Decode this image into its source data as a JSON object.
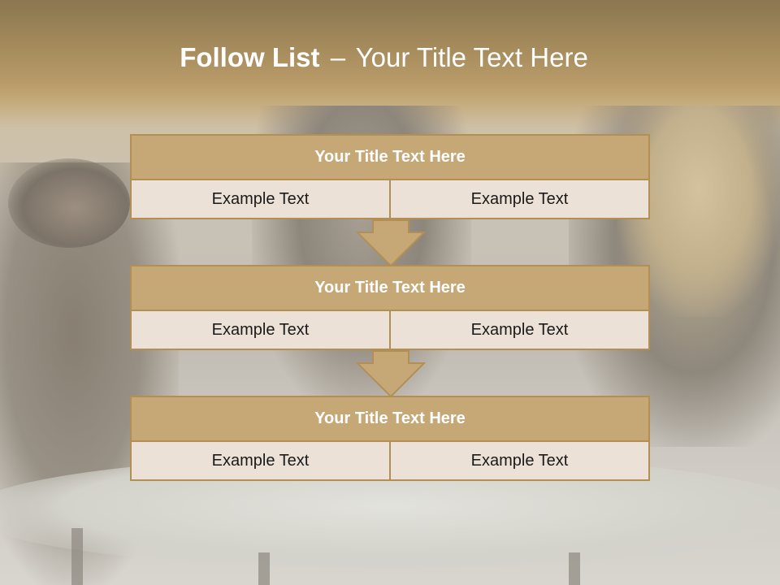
{
  "title": {
    "bold": "Follow List",
    "separator": "–",
    "rest": "Your Title Text Here"
  },
  "blocks": [
    {
      "header": "Your Title Text Here",
      "left": "Example Text",
      "right": "Example Text"
    },
    {
      "header": "Your Title Text Here",
      "left": "Example Text",
      "right": "Example Text"
    },
    {
      "header": "Your Title Text Here",
      "left": "Example Text",
      "right": "Example Text"
    }
  ],
  "colors": {
    "header_fill": "#c6a877",
    "border": "#b38f55",
    "cell_fill": "#ebe1d6",
    "arrow_fill": "#c6a877"
  },
  "icons": [
    "down-arrow-icon",
    "down-arrow-icon"
  ]
}
